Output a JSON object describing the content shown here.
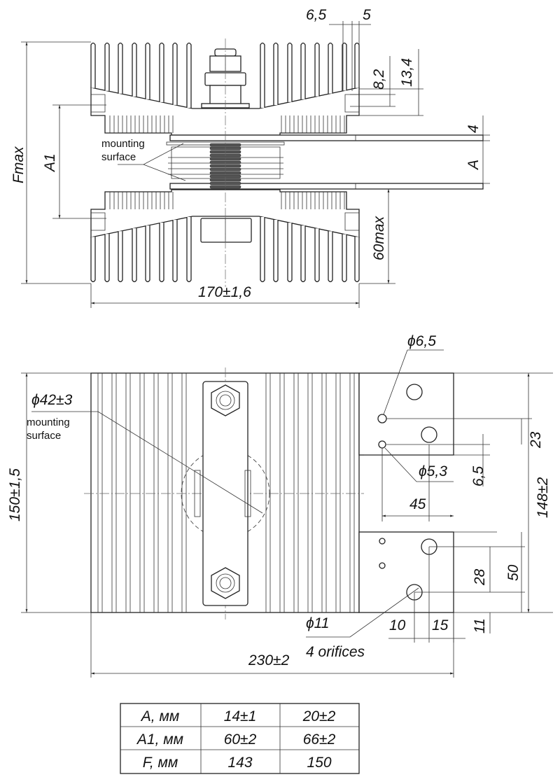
{
  "top_view": {
    "dims": {
      "d_6_5": "6,5",
      "d_5": "5",
      "d_8_2": "8,2",
      "d_13_4": "13,4",
      "d_4": "4",
      "d_A": "A",
      "d_60max": "60max",
      "d_170": "170±1,6",
      "d_Fmax": "Fmax",
      "d_A1": "A1"
    },
    "mounting_surface": [
      "mounting",
      "surface"
    ]
  },
  "bottom_view": {
    "dims": {
      "phi_6_5": "ϕ6,5",
      "phi_42": "ϕ42±3",
      "phi_5_3": "ϕ5,3",
      "d_23": "23",
      "d_6_5": "6,5",
      "d_45": "45",
      "d_148": "148±2",
      "d_150": "150±1,5",
      "d_50": "50",
      "d_28": "28",
      "phi_11": "ϕ11",
      "orifices": "4 orifices",
      "d_10": "10",
      "d_15": "15",
      "d_11": "11",
      "d_230": "230±2"
    },
    "mounting_surface": [
      "mounting",
      "surface"
    ]
  },
  "table": {
    "rows": [
      [
        "A, мм",
        "14±1",
        "20±2"
      ],
      [
        "A1, мм",
        "60±2",
        "66±2"
      ],
      [
        "F, мм",
        "143",
        "150"
      ]
    ]
  }
}
